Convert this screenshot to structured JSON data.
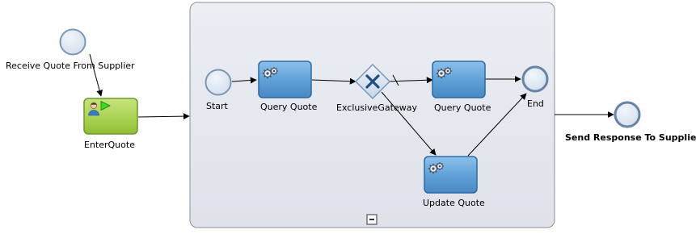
{
  "diagram": {
    "events": {
      "receive_quote": {
        "label": "Receive Quote From Supplier"
      },
      "send_response": {
        "label": "Send Response To Supplier"
      }
    },
    "tasks": {
      "enter_quote": {
        "label": "EnterQuote",
        "kind": "user-task"
      }
    },
    "subprocess": {
      "collapse_icon": "minus-icon",
      "start": {
        "label": "Start"
      },
      "query_quote_1": {
        "label": "Query Quote",
        "kind": "service-task"
      },
      "gateway": {
        "label": "ExclusiveGateway",
        "kind": "exclusive"
      },
      "query_quote_2": {
        "label": "Query Quote",
        "kind": "service-task"
      },
      "update_quote": {
        "label": "Update Quote",
        "kind": "service-task"
      },
      "end": {
        "label": "End"
      }
    },
    "colors": {
      "event_fill": "#dde7f1",
      "event_stroke": "#7b97b8",
      "end_event_stroke": "#6883a6",
      "user_task_fill": "#a8d050",
      "user_task_stroke": "#6b9a24",
      "service_task_fill": "#5e9fd6",
      "service_task_stroke": "#2c6aa6",
      "subprocess_fill": "#e4e7ef",
      "subprocess_stroke": "#8a8f9a",
      "gateway_x": "#1f4e84"
    }
  }
}
